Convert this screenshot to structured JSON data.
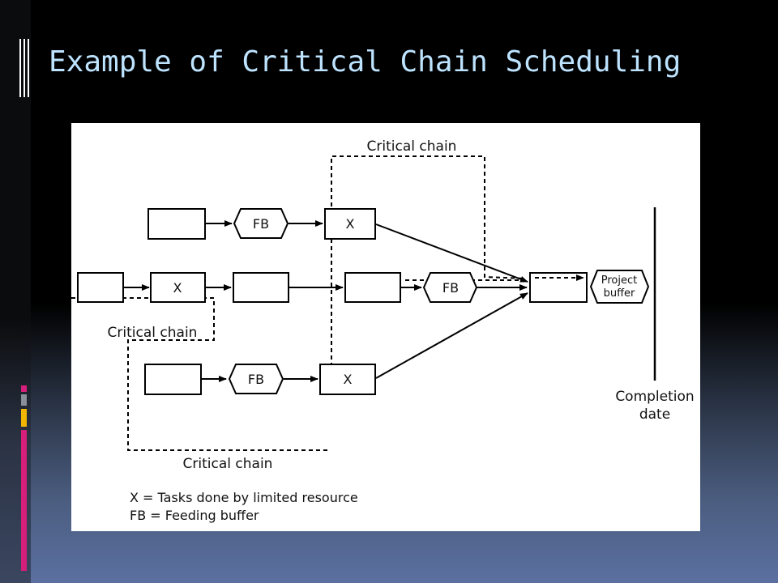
{
  "slide": {
    "title": "Example of Critical Chain Scheduling"
  },
  "diagram": {
    "critical_chain_top": "Critical chain",
    "critical_chain_left": "Critical chain",
    "critical_chain_bottom": "Critical chain",
    "fb_label": "FB",
    "x_label": "X",
    "project_buffer_line1": "Project",
    "project_buffer_line2": "buffer",
    "completion_line1": "Completion",
    "completion_line2": "date",
    "legend_x": "X = Tasks done by limited resource",
    "legend_fb": "FB = Feeding buffer"
  },
  "colors": {
    "title": "#bde3ff",
    "accent_magenta": "#d61f7a",
    "accent_gold": "#f2b600",
    "accent_gray": "#8a8f99"
  }
}
